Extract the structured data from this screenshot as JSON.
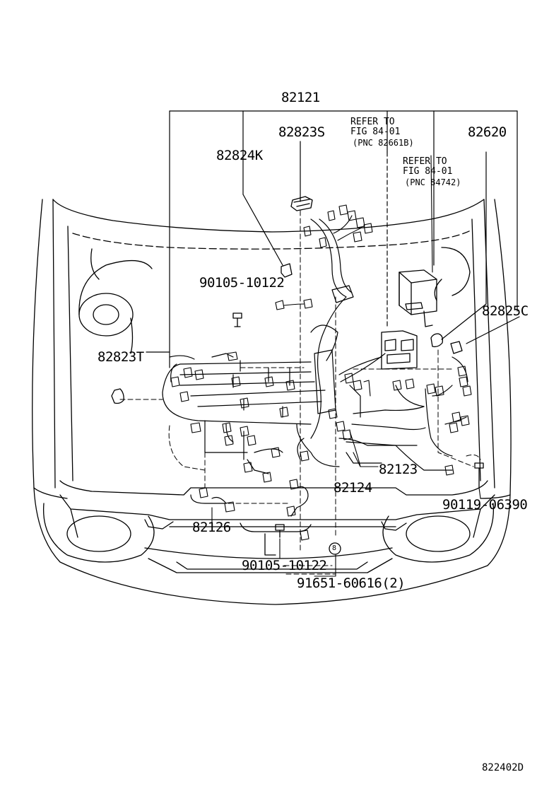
{
  "labels": {
    "p82121": "82121",
    "p82823S": "82823S",
    "p82824K": "82824K",
    "ref1_a": "REFER TO",
    "ref1_b": "FIG 84-01",
    "ref1_c": "(PNC 82661B)",
    "ref2_a": "REFER TO",
    "ref2_b": "FIG 84-01",
    "ref2_c": "(PNC 84742)",
    "p82620": "82620",
    "p90105_top": "90105-10122",
    "p82825C": "82825C",
    "p82823T": "82823T",
    "p82123": "82123",
    "p82124": "82124",
    "p90119": "90119-06390",
    "p82126": "82126",
    "p90105_bottom": "90105-10122",
    "p91651": "91651-60616(2)",
    "marker": "8",
    "figure_code": "822402D"
  },
  "colors": {
    "line": "#000000",
    "background": "#ffffff"
  }
}
